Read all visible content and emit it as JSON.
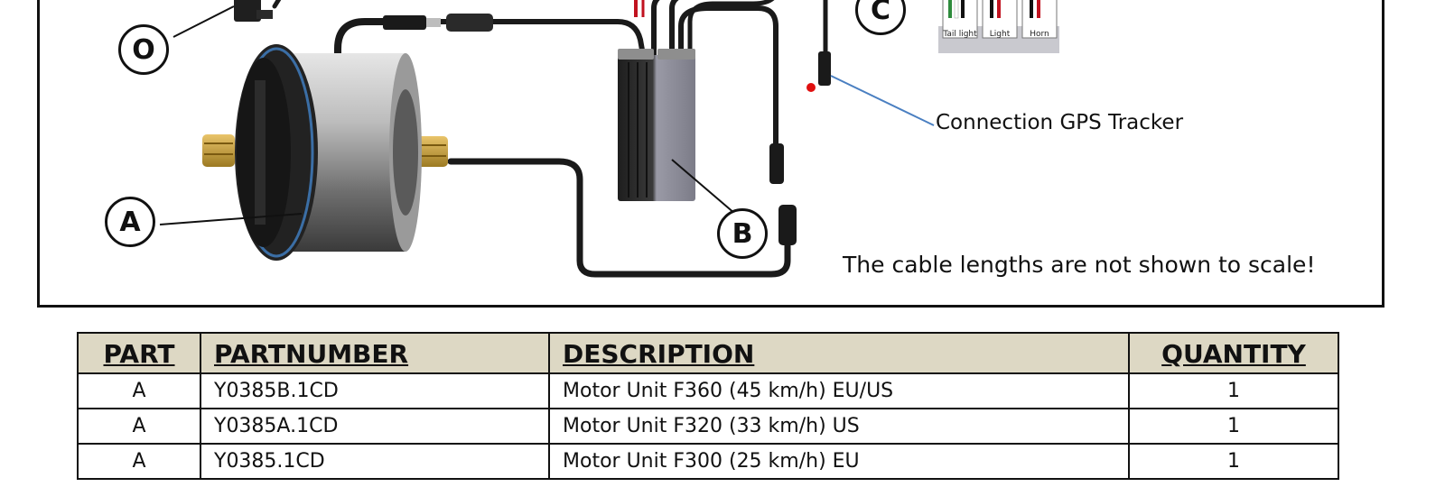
{
  "diagram": {
    "callouts": [
      "O",
      "A",
      "B",
      "C"
    ],
    "connector_labels": [
      "Tail light",
      "Light",
      "Horn"
    ],
    "gps_label": "Connection GPS Tracker",
    "scale_note": "The cable lengths are not shown to scale!",
    "colors": {
      "gps_leader": "#4a7fc1",
      "gps_dot": "#e01010",
      "header_bg": "#ddd8c4"
    }
  },
  "table": {
    "headers": [
      "PART",
      "PARTNUMBER",
      "DESCRIPTION",
      "QUANTITY"
    ],
    "rows": [
      [
        "A",
        "Y0385B.1CD",
        "Motor Unit F360 (45 km/h) EU/US",
        "1"
      ],
      [
        "A",
        "Y0385A.1CD",
        "Motor Unit F320 (33 km/h) US",
        "1"
      ],
      [
        "A",
        "Y0385.1CD",
        "Motor Unit F300 (25 km/h) EU",
        "1"
      ]
    ]
  }
}
